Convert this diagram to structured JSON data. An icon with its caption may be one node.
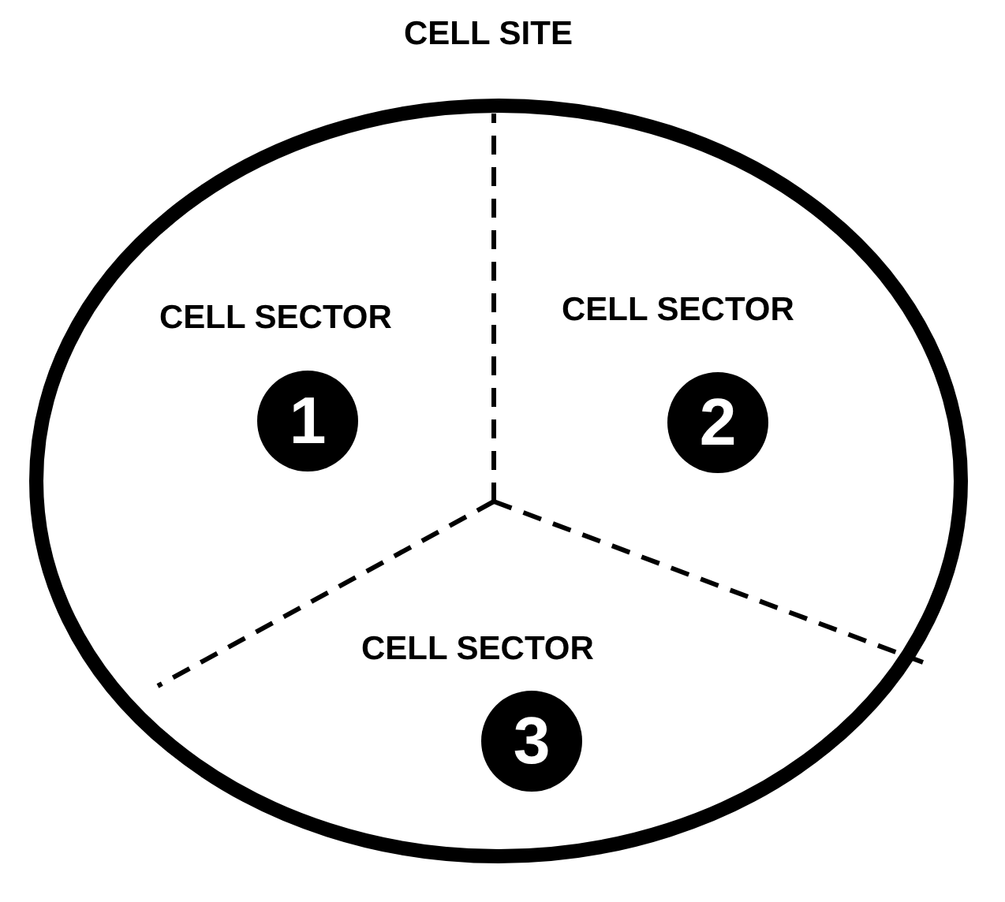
{
  "diagram": {
    "nodes": [
      {
        "text": [
          "CELL SITE"
        ]
      },
      {
        "text": [
          "CELL SECTOR"
        ],
        "in": 0
      },
      {
        "text": [
          "1"
        ],
        "in": 1
      },
      {
        "text": [
          "CELL SECTOR"
        ],
        "in": 0
      },
      {
        "text": [
          "2"
        ],
        "in": 3
      },
      {
        "text": [
          "CELL SECTOR"
        ],
        "in": 0
      },
      {
        "text": [
          "3"
        ],
        "in": 5
      }
    ]
  }
}
